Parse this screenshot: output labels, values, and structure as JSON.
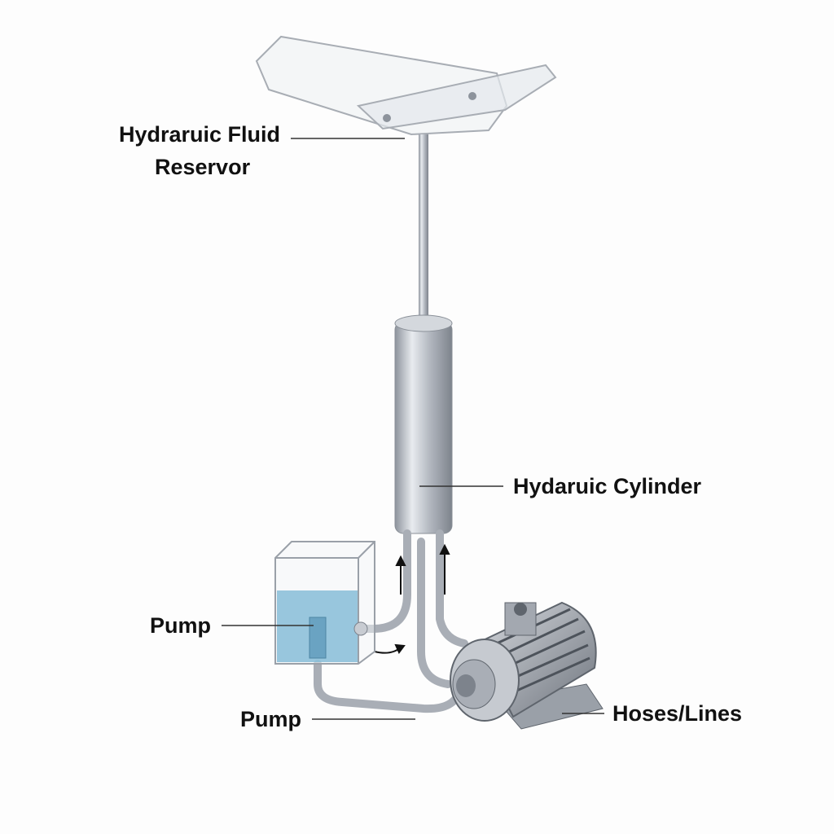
{
  "labels": {
    "reservoir_line1": "Hydraruic Fluid",
    "reservoir_line2": "Reservor",
    "cylinder": "Hydaruic Cylinder",
    "pump_upper": "Pump",
    "pump_lower": "Pump",
    "hoses": "Hoses/Lines"
  },
  "colors": {
    "fluid": "#7fb9d6",
    "metal": "#b8bcc4",
    "leader_line": "#333333"
  }
}
